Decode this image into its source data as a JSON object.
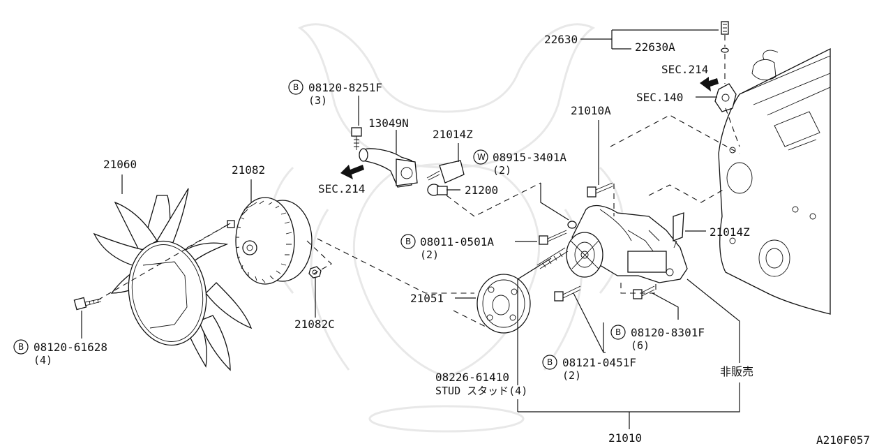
{
  "labels": {
    "p22630": "22630",
    "p22630A": "22630A",
    "sec214_top": "SEC.214",
    "sec140": "SEC.140",
    "b_08120_8251F": "08120-8251F",
    "q3": "(3)",
    "p13049N": "13049N",
    "p21014Z_top": "21014Z",
    "p21010A": "21010A",
    "w_08915_3401A": "08915-3401A",
    "q2_w": "(2)",
    "p21060": "21060",
    "p21082": "21082",
    "sec214_left": "SEC.214",
    "p21200": "21200",
    "b_08011_0501A": "08011-0501A",
    "q2_08011": "(2)",
    "p21014Z_right": "21014Z",
    "p21051": "21051",
    "p21082C": "21082C",
    "b_08120_61628": "08120-61628",
    "q4": "(4)",
    "b_08120_8301F": "08120-8301F",
    "q6": "(6)",
    "b_08121_0451F": "08121-0451F",
    "q2_08121": "(2)",
    "stud_num": "08226-61410",
    "stud_text": "STUD スタッド(4)",
    "not_for_sale": "非販売",
    "p21010": "21010",
    "diagram_code": "A210F057"
  },
  "symbols": {
    "bolt_marker": "B",
    "washer_marker": "W"
  },
  "icons": [
    "fan-icon",
    "fan-clutch-icon",
    "water-pump-icon",
    "pulley-icon",
    "engine-block-icon",
    "arrow-icon"
  ]
}
